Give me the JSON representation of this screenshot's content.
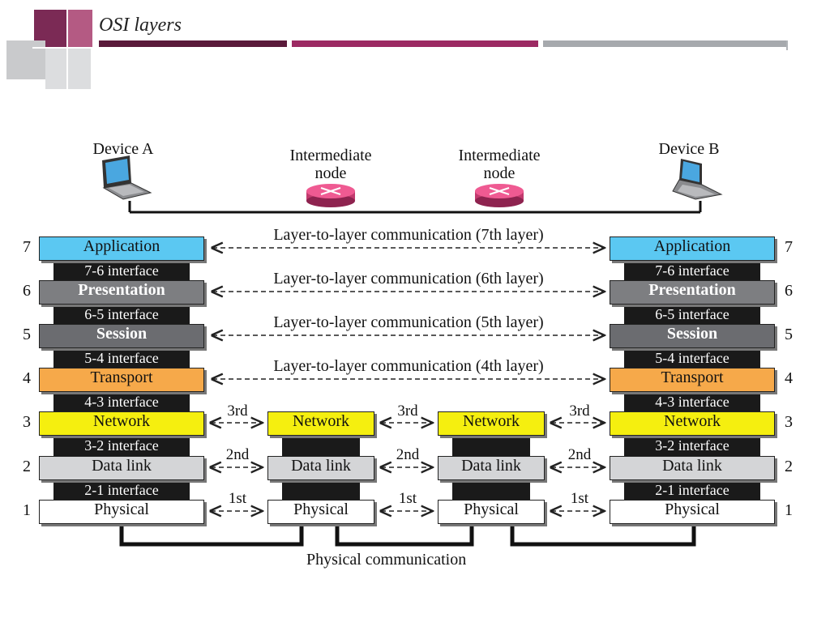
{
  "slide": {
    "title": "OSI layers",
    "bar_colors": [
      "#5a1a3a",
      "#9c2a63",
      "#a6a9ad"
    ]
  },
  "devices": {
    "a": "Device A",
    "b": "Device B",
    "node1": [
      "Intermediate",
      "node"
    ],
    "node2": [
      "Intermediate",
      "node"
    ]
  },
  "layers": [
    {
      "num": "7",
      "name": "Application",
      "color": "#5bc8f2",
      "bold": false
    },
    {
      "num": "6",
      "name": "Presentation",
      "color": "#7d7e81",
      "bold": true
    },
    {
      "num": "5",
      "name": "Session",
      "color": "#6b6c70",
      "bold": true
    },
    {
      "num": "4",
      "name": "Transport",
      "color": "#f6a94a",
      "bold": false
    },
    {
      "num": "3",
      "name": "Network",
      "color": "#f5ef0f",
      "bold": false
    },
    {
      "num": "2",
      "name": "Data link",
      "color": "#d4d5d7",
      "bold": false
    },
    {
      "num": "1",
      "name": "Physical",
      "color": "#ffffff",
      "bold": false
    }
  ],
  "interfaces": [
    "7-6 interface",
    "6-5 interface",
    "5-4 interface",
    "4-3 interface",
    "3-2 interface",
    "2-1 interface"
  ],
  "communications": [
    "Layer-to-layer communication (7th layer)",
    "Layer-to-layer communication (6th layer)",
    "Layer-to-layer communication (5th layer)",
    "Layer-to-layer communication (4th layer)"
  ],
  "hops": {
    "network": "3rd",
    "datalink": "2nd",
    "physical": "1st"
  },
  "physical_communication": "Physical communication",
  "router_color": "#ef5a92"
}
